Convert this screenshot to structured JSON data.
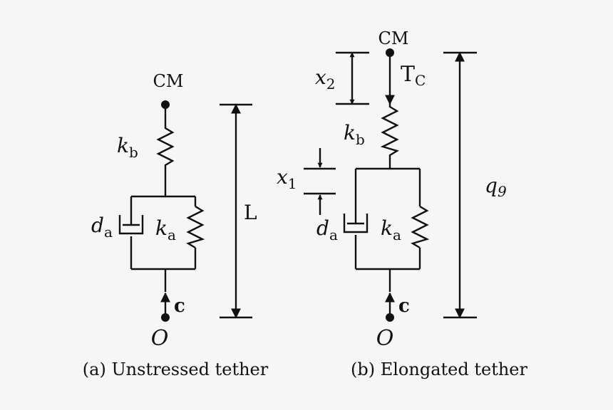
{
  "panel_a": {
    "caption": "(a) Unstressed tether",
    "top_node": "CM",
    "bottom_node": "O",
    "arrow_label": "c",
    "spring_top": {
      "sym": "k",
      "sub": "b"
    },
    "damper": {
      "sym": "d",
      "sub": "a"
    },
    "spring_parallel": {
      "sym": "k",
      "sub": "a"
    },
    "length_label": "L"
  },
  "panel_b": {
    "caption": "(b) Elongated tether",
    "top_node": "CM",
    "bottom_node": "O",
    "arrow_label": "c",
    "force": {
      "sym": "T",
      "sub": "C"
    },
    "spring_top": {
      "sym": "k",
      "sub": "b"
    },
    "damper": {
      "sym": "d",
      "sub": "a"
    },
    "spring_parallel": {
      "sym": "k",
      "sub": "a"
    },
    "disp_2": {
      "sym": "x",
      "sub": "2"
    },
    "disp_1": {
      "sym": "x",
      "sub": "1"
    },
    "length_label": "q",
    "length_sub": "9"
  }
}
